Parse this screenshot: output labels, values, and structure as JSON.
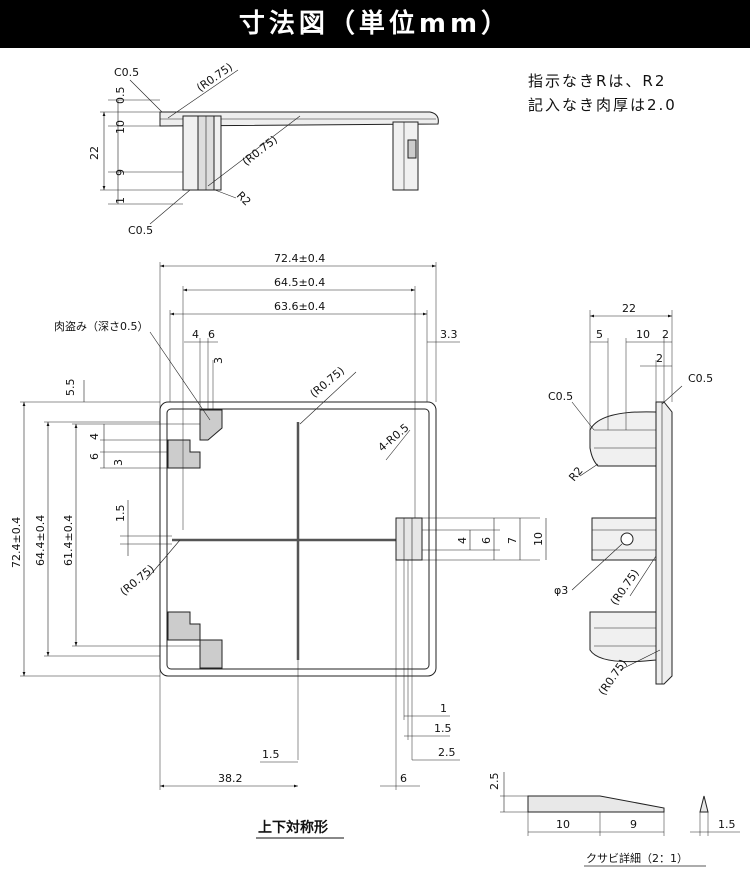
{
  "title": "寸法図（単位mm）",
  "notes": [
    "指示なきRは、R2",
    "記入なき肉厚は2.0"
  ],
  "top_view": {
    "dims": [
      "0.5",
      "10",
      "22",
      "9",
      "1"
    ],
    "callouts": [
      "C0.5",
      "(R0.75)",
      "(R0.75)",
      "R2",
      "C0.5"
    ]
  },
  "front_view": {
    "dims_horizontal": [
      "72.4±0.4",
      "64.5±0.4",
      "63.6±0.4",
      "4",
      "6",
      "3",
      "3.3",
      "1",
      "1.5",
      "2.5",
      "1.5",
      "38.2",
      "6"
    ],
    "dims_vertical": [
      "5.5",
      "72.4±0.4",
      "64.4±0.4",
      "61.4±0.4",
      "4",
      "6",
      "3",
      "1.5",
      "4",
      "6",
      "7",
      "10"
    ],
    "callouts": [
      "肉盗み（深さ0.5）",
      "(R0.75)",
      "4-R0.5",
      "(R0.75)"
    ],
    "footer": "上下対称形"
  },
  "side_view": {
    "dims": [
      "22",
      "5",
      "10",
      "2",
      "2"
    ],
    "callouts": [
      "C0.5",
      "C0.5",
      "R2",
      "φ3",
      "(R0.75)",
      "(R0.75)"
    ]
  },
  "detail": {
    "dims": [
      "2.5",
      "10",
      "9",
      "1.5"
    ],
    "label": "クサビ詳細（2：1）"
  }
}
